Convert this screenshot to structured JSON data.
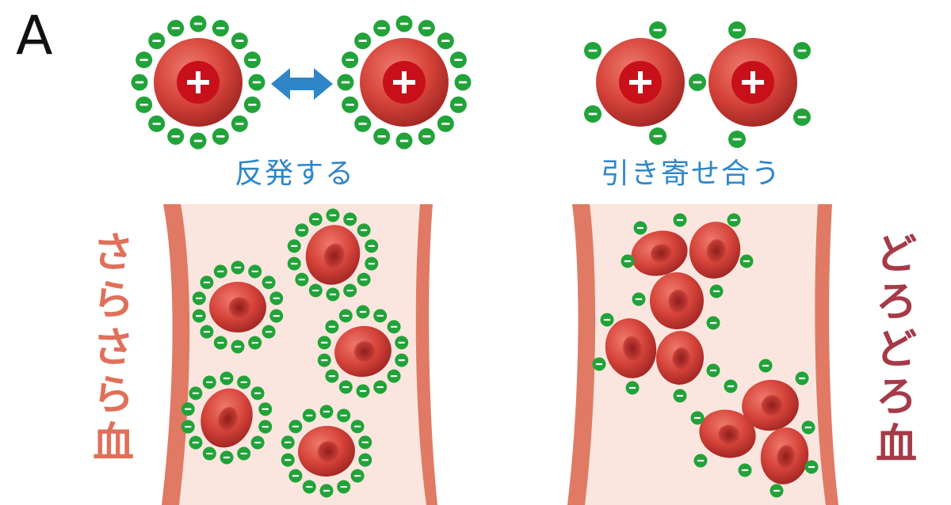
{
  "panel_label": "A",
  "top_left_caption": "反発する",
  "top_right_caption": "引き寄せ合う",
  "left_vessel_label": [
    "さ",
    "ら",
    "さ",
    "ら",
    "血"
  ],
  "right_vessel_label": [
    "ど",
    "ろ",
    "ど",
    "ろ",
    "血"
  ],
  "symbols": {
    "positive": "+",
    "negative": "−"
  },
  "colors": {
    "caption": "#2e86c8",
    "left_label": "#e0705a",
    "right_label": "#a63a48",
    "cell": "#d9473e",
    "charge_negative": "#22a33a",
    "charge_positive": "#c8101a",
    "vessel_wall": "#e07a64",
    "vessel_fill": "#fbe6df",
    "arrow": "#2e86c8"
  },
  "icons": [
    "double-arrow-icon",
    "red-blood-cell-icon",
    "negative-charge-icon",
    "positive-charge-icon"
  ]
}
